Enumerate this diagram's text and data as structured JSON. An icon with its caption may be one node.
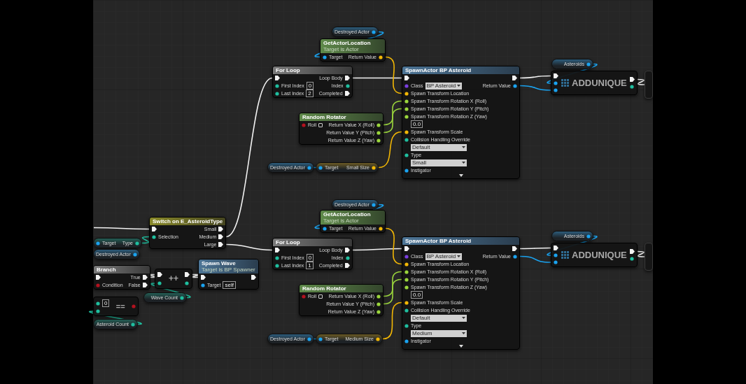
{
  "diagram": {
    "nodes": [
      {
        "text": [
          "Destroyed Actor"
        ]
      },
      {
        "text": [
          "GetActorLocation",
          "Target is Actor",
          "Target",
          "Return Value"
        ]
      },
      {
        "text": [
          "For Loop",
          "Loop Body",
          "First Index",
          "0",
          "Index",
          "Last Index",
          "2",
          "Completed"
        ]
      },
      {
        "text": [
          "Random Rotator",
          "Roll",
          "Return Value X (Roll)",
          "Return Value Y (Pitch)",
          "Return Value Z (Yaw)"
        ]
      },
      {
        "text": [
          "Destroyed Actor"
        ]
      },
      {
        "text": [
          "Target",
          "Small Size"
        ]
      },
      {
        "text": [
          "SpawnActor BP Asteroid",
          "Class",
          "BP Asteroid",
          "Return Value",
          "Spawn Transform Location",
          "Spawn Transform Rotation X (Roll)",
          "Spawn Transform Rotation Y (Pitch)",
          "Spawn Transform Rotation Z (Yaw)",
          "0.0",
          "Spawn Transform Scale",
          "Collision Handling Override",
          "Default",
          "Type",
          "Small",
          "Instigator"
        ]
      },
      {
        "text": [
          "Asteroids"
        ]
      },
      {
        "text": [
          "ADDUNIQUE"
        ]
      },
      {
        "text": [],
        "shape": "box"
      },
      {
        "text": [
          "Target",
          "Type"
        ]
      },
      {
        "text": [
          "Destroyed Actor"
        ]
      },
      {
        "text": [
          "Switch on E_AsteroidType",
          "Small",
          "Selection",
          "Medium",
          "Large"
        ]
      },
      {
        "text": [
          "Branch",
          "True",
          "Condition",
          "False"
        ]
      },
      {
        "text": [
          "++"
        ]
      },
      {
        "text": [
          "Wave Count"
        ]
      },
      {
        "text": [
          "Spawn Wave",
          "Target is BP Spawner",
          "Target",
          "self"
        ]
      },
      {
        "text": [
          "0",
          "=="
        ]
      },
      {
        "text": [
          "Asteroid Count"
        ]
      },
      {
        "text": [
          "Destroyed Actor"
        ]
      },
      {
        "text": [
          "GetActorLocation",
          "Target is Actor",
          "Target",
          "Return Value"
        ]
      },
      {
        "text": [
          "For Loop",
          "Loop Body",
          "First Index",
          "0",
          "Index",
          "Last Index",
          "1",
          "Completed"
        ]
      },
      {
        "text": [
          "Random Rotator",
          "Roll",
          "Return Value X (Roll)",
          "Return Value Y (Pitch)",
          "Return Value Z (Yaw)"
        ]
      },
      {
        "text": [
          "Destroyed Actor"
        ]
      },
      {
        "text": [
          "Target",
          "Medium Size"
        ]
      },
      {
        "text": [
          "SpawnActor BP Asteroid",
          "Class",
          "BP Asteroid",
          "Return Value",
          "Spawn Transform Location",
          "Spawn Transform Rotation X (Roll)",
          "Spawn Transform Rotation Y (Pitch)",
          "Spawn Transform Rotation Z (Yaw)",
          "0.0",
          "Spawn Transform Scale",
          "Collision Handling Override",
          "Default",
          "Type",
          "Medium",
          "Instigator"
        ]
      },
      {
        "text": [
          "Asteroids"
        ]
      },
      {
        "text": [
          "ADDUNIQUE"
        ]
      },
      {
        "text": [],
        "shape": "box"
      }
    ],
    "edges": [
      {
        "from": null,
        "to": 12,
        "arrow": "none"
      },
      {
        "from": 10,
        "to": 12,
        "arrow": "none",
        "color": "#1fbf9f"
      },
      {
        "from": 12,
        "to": 2,
        "arrow": "none"
      },
      {
        "from": 12,
        "to": 21,
        "arrow": "none"
      },
      {
        "from": 0,
        "to": 1,
        "arrow": "none",
        "color": "#1aa3f0"
      },
      {
        "from": 2,
        "to": 6,
        "arrow": "none"
      },
      {
        "from": 1,
        "to": 6,
        "arrow": "none",
        "color": "#f2b705"
      },
      {
        "from": 3,
        "to": 6,
        "arrow": "none",
        "color": "#9bd63c"
      },
      {
        "from": 3,
        "to": 6,
        "arrow": "none",
        "color": "#9bd63c"
      },
      {
        "from": 4,
        "to": 5,
        "arrow": "none",
        "color": "#1aa3f0"
      },
      {
        "from": 5,
        "to": 6,
        "arrow": "none",
        "color": "#f2b705"
      },
      {
        "from": 6,
        "to": 8,
        "arrow": "none"
      },
      {
        "from": 6,
        "to": 8,
        "arrow": "none",
        "color": "#1aa3f0"
      },
      {
        "from": 7,
        "to": 8,
        "arrow": "none",
        "color": "#1aa3f0"
      },
      {
        "from": 8,
        "to": 9,
        "arrow": "none"
      },
      {
        "from": 19,
        "to": 20,
        "arrow": "none",
        "color": "#1aa3f0"
      },
      {
        "from": 21,
        "to": 25,
        "arrow": "none"
      },
      {
        "from": 20,
        "to": 25,
        "arrow": "none",
        "color": "#f2b705"
      },
      {
        "from": 22,
        "to": 25,
        "arrow": "none",
        "color": "#9bd63c"
      },
      {
        "from": 22,
        "to": 25,
        "arrow": "none",
        "color": "#9bd63c"
      },
      {
        "from": 23,
        "to": 24,
        "arrow": "none",
        "color": "#1aa3f0"
      },
      {
        "from": 24,
        "to": 25,
        "arrow": "none",
        "color": "#f2b705"
      },
      {
        "from": 25,
        "to": 27,
        "arrow": "none"
      },
      {
        "from": 25,
        "to": 27,
        "arrow": "none",
        "color": "#1aa3f0"
      },
      {
        "from": 26,
        "to": 27,
        "arrow": "none",
        "color": "#1aa3f0"
      },
      {
        "from": 27,
        "to": 28,
        "arrow": "none"
      },
      {
        "from": 13,
        "to": 14,
        "arrow": "none"
      },
      {
        "from": 14,
        "to": 16,
        "arrow": "none"
      },
      {
        "from": 15,
        "to": 14,
        "arrow": "none",
        "color": "#1fbf9f"
      },
      {
        "from": 18,
        "to": 17,
        "arrow": "none",
        "color": "#1fbf9f"
      }
    ]
  }
}
